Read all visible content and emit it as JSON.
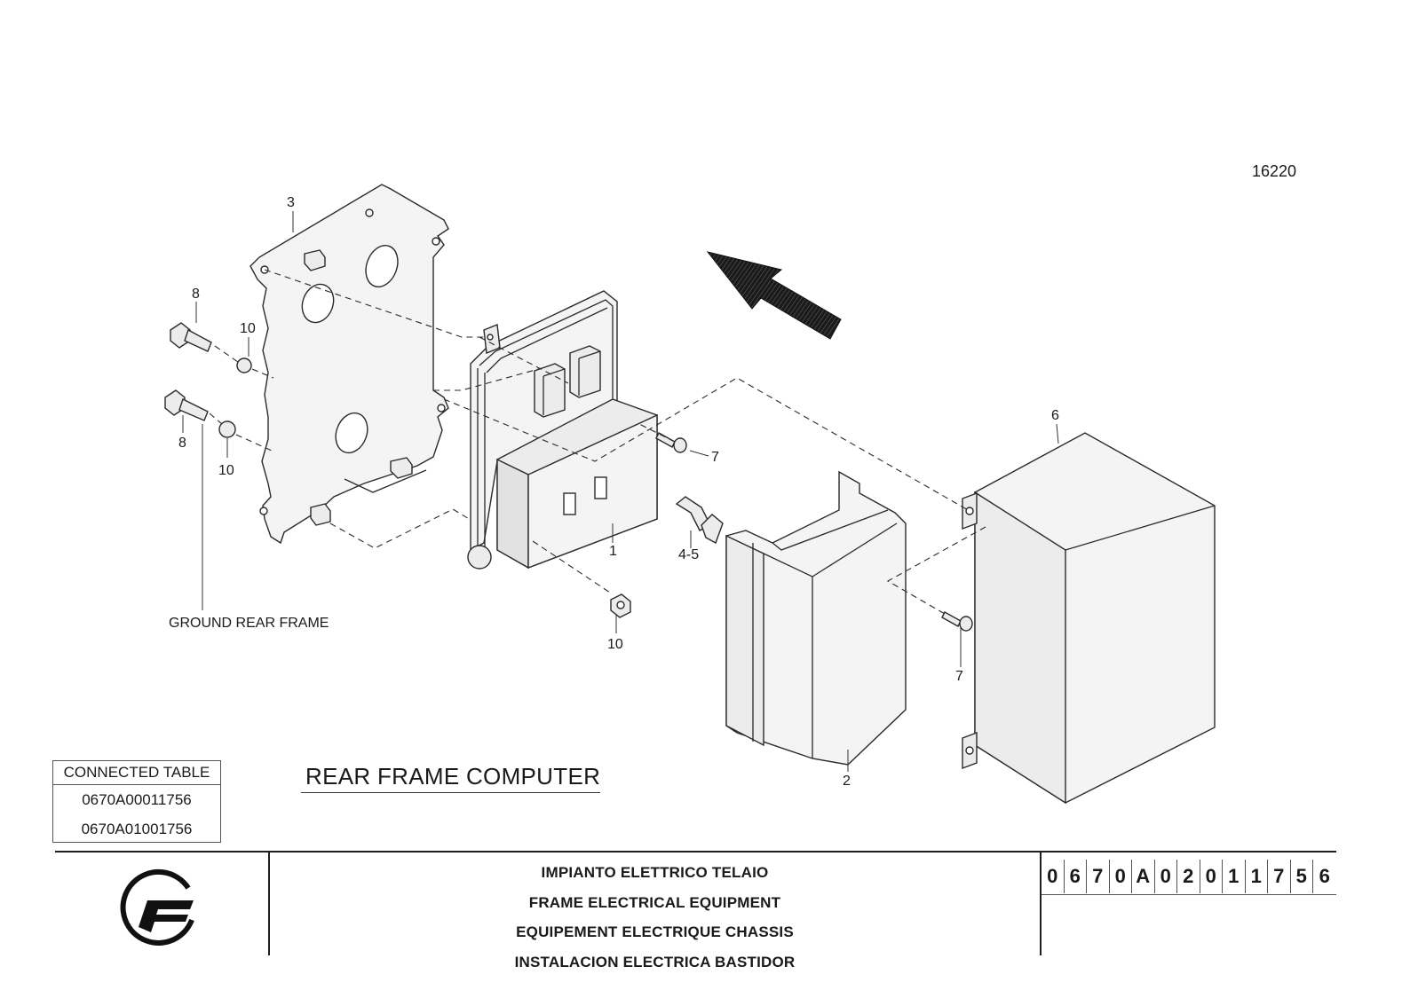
{
  "reference_number": "16220",
  "diagram_title": "REAR FRAME COMPUTER",
  "ground_label": "GROUND REAR FRAME",
  "callouts": {
    "c1": "1",
    "c2": "2",
    "c3": "3",
    "c45": "4-5",
    "c6": "6",
    "c7a": "7",
    "c7b": "7",
    "c8a": "8",
    "c8b": "8",
    "c10a": "10",
    "c10b": "10",
    "c10c": "10"
  },
  "connected_table": {
    "header": "CONNECTED TABLE",
    "rows": [
      "0670A00011756",
      "0670A01001756"
    ]
  },
  "title_block": {
    "descriptions": [
      "IMPIANTO ELETTRICO TELAIO",
      "FRAME ELECTRICAL EQUIPMENT",
      "EQUIPEMENT ELECTRIQUE CHASSIS",
      "INSTALACION ELECTRICA BASTIDOR"
    ],
    "part_number_chars": [
      "0",
      "6",
      "7",
      "0",
      "A",
      "0",
      "2",
      "0",
      "1",
      "1",
      "7",
      "5",
      "6"
    ]
  }
}
